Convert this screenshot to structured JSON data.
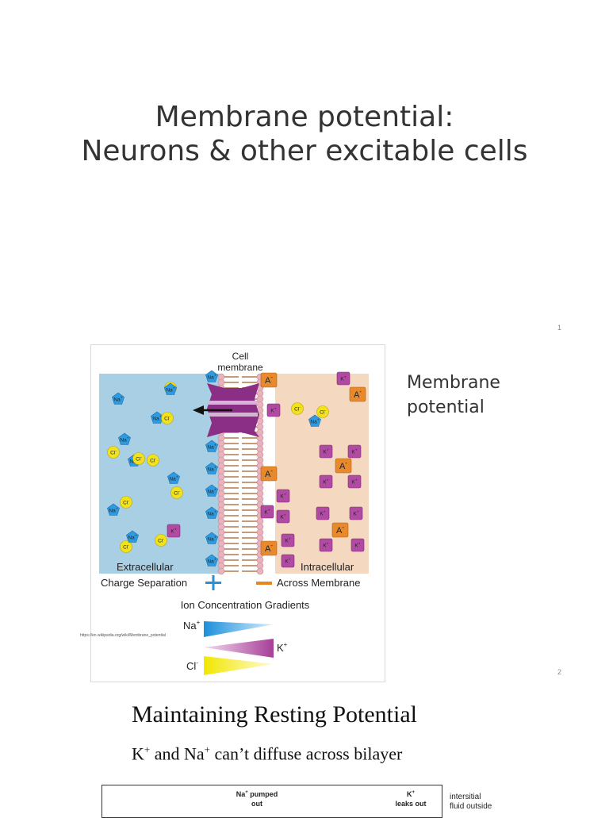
{
  "slide1": {
    "title_line1": "Membrane potential:",
    "title_line2": "Neurons & other excitable cells",
    "page_number": "1"
  },
  "slide2": {
    "title_line1": "Membrane",
    "title_line2": "potential",
    "page_number": "2",
    "source_url": "https://en.wikipedia.org/wiki/Membrane_potential",
    "figure": {
      "cell_membrane_label_line1": "Cell",
      "cell_membrane_label_line2": "membrane",
      "extracellular_label": "Extracellular",
      "intracellular_label": "Intracellular",
      "charge_separation_label": "Charge Separation",
      "across_membrane_label": "Across Membrane",
      "gradients_title": "Ion Concentration Gradients",
      "na_label": "Na",
      "k_label": "K",
      "cl_label": "Cl",
      "ion_na": "Na",
      "ion_cl": "Cl",
      "ion_k": "K",
      "ion_a": "A",
      "plus": "+",
      "minus": "-",
      "colors": {
        "extracellular": "#a9cfe4",
        "intracellular": "#f4d8bf",
        "membrane_head": "#e9b3bd",
        "membrane_tail": "#c79a78",
        "channel": "#8b2f86",
        "sodium": "#2e9be0",
        "chloride": "#f1e21c",
        "potassium": "#b04aa3",
        "anion": "#e88a2b"
      }
    }
  },
  "slide3": {
    "title": "Maintaining Resting Potential",
    "subtitle_k": "K",
    "subtitle_plus1": "+",
    "subtitle_mid": " and Na",
    "subtitle_plus2": "+",
    "subtitle_rest": " can’t diffuse across bilayer",
    "box_na_sym": "Na",
    "box_na_plus": "+",
    "box_na_line1": " pumped",
    "box_na_line2": "out",
    "box_k_sym": "K",
    "box_k_plus": "+",
    "box_k_line2": "leaks out",
    "side_line1": "intersitial",
    "side_line2": "fluid outside"
  }
}
